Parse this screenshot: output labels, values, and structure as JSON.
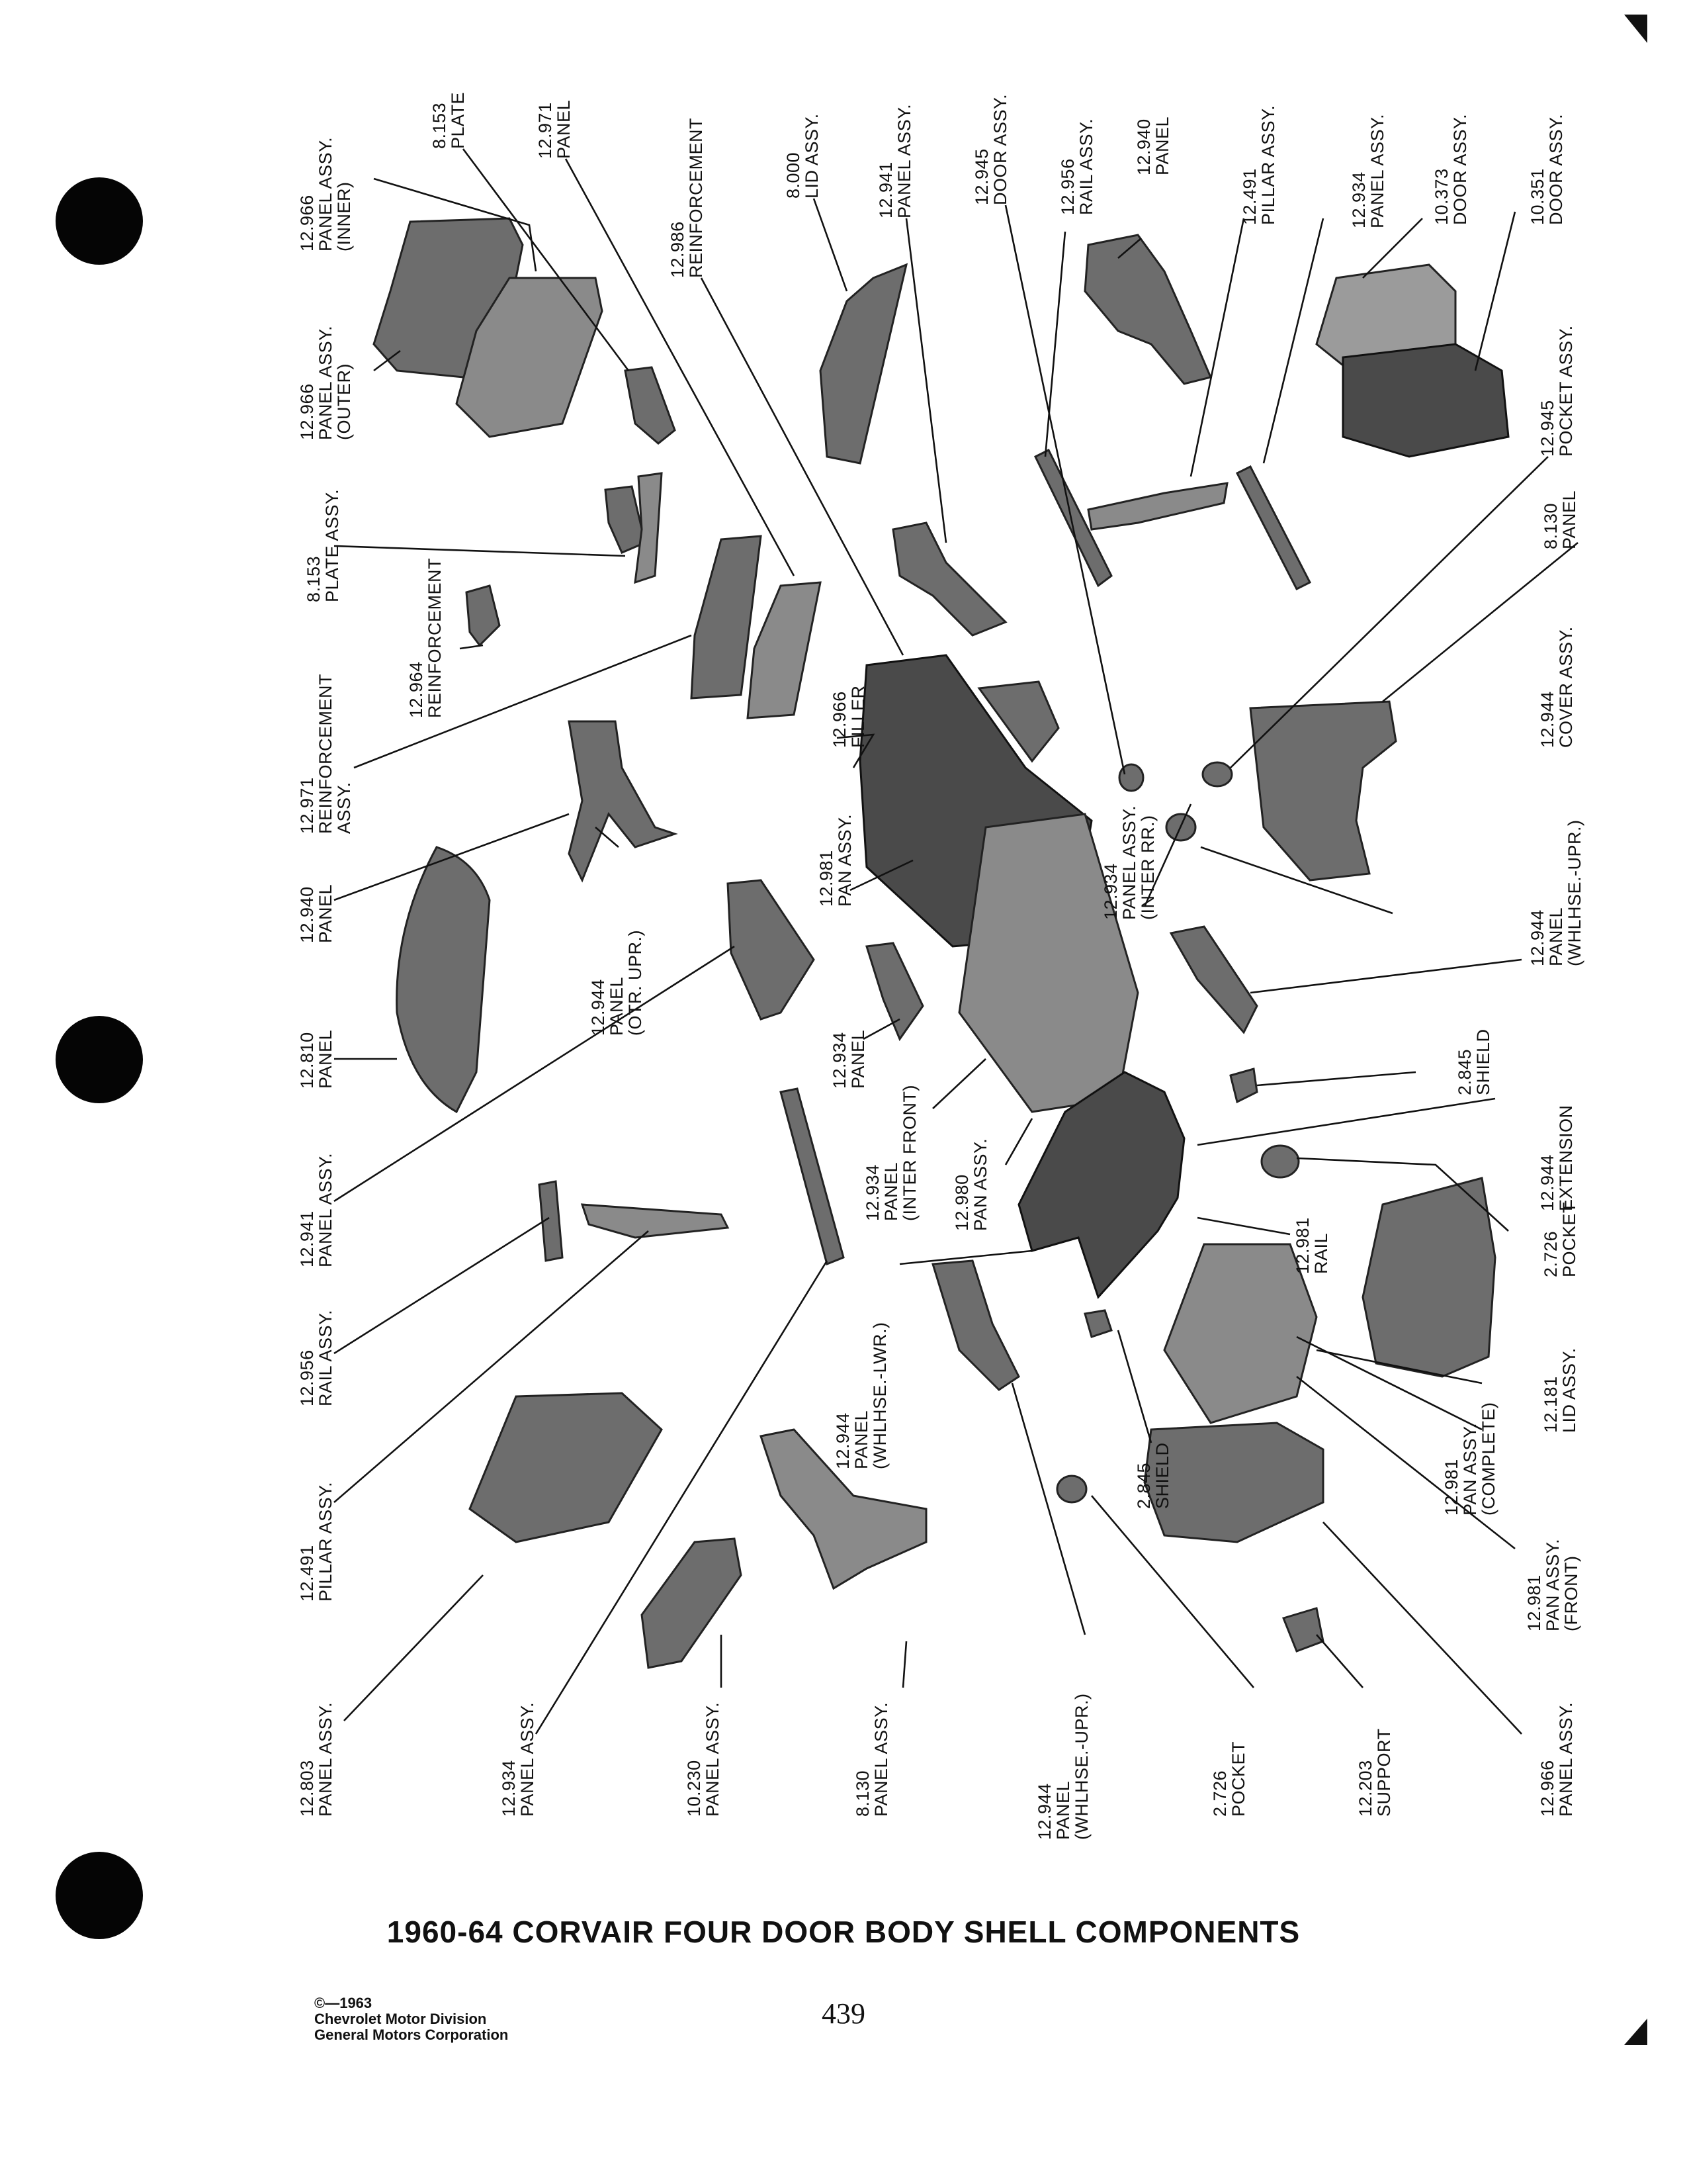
{
  "page": {
    "title": "1960-64 CORVAIR FOUR DOOR BODY SHELL COMPONENTS",
    "page_number": "439",
    "copyright": "©—1963\nChevrolet Motor Division\nGeneral Motors Corporation"
  },
  "labels": {
    "l12966_inner": "12.966\nPANEL ASSY.\n(INNER)",
    "l8153_plate": "8.153\nPLATE",
    "l12971_panel": "12.971\nPANEL",
    "l12986_reinf": "12.986\nREINFORCEMENT",
    "l8000_lid": "8.000\nLID ASSY.",
    "l12941_top": "12.941\nPANEL ASSY.",
    "l12945_door": "12.945\nDOOR ASSY.",
    "l12956_top": "12.956\nRAIL ASSY.",
    "l12940_top": "12.940\nPANEL",
    "l12491_top": "12.491\nPILLAR ASSY.",
    "l12934_top": "12.934\nPANEL ASSY.",
    "l10373_door": "10.373\nDOOR ASSY.",
    "l10351_door": "10.351\nDOOR ASSY.",
    "l12966_outer": "12.966\nPANEL ASSY.\n(OUTER)",
    "l8153_plate_assy": "8.153\nPLATE ASSY.",
    "l12964_reinf": "12.964\nREINFORCEMENT",
    "l12971_reinf": "12.971\nREINFORCEMENT\nASSY.",
    "l12966_filler": "12.966\nFILLER",
    "l12945_pocket": "12.945\nPOCKET ASSY.",
    "l8130_panel": "8.130\nPANEL",
    "l12944_cover": "12.944\nCOVER ASSY.",
    "l12940_left": "12.940\nPANEL",
    "l12944_otr": "12.944\nPANEL\n(OTR. UPR.)",
    "l12981_pan": "12.981\nPAN ASSY.",
    "l12934_interrr": "12.934\nPANEL ASSY.\n(INTER RR.)",
    "l12944_whl_upr_right": "12.944\nPANEL\n(WHLHSE.-UPR.)",
    "l12810_panel": "12.810\nPANEL",
    "l12934_panel_mid": "12.934\nPANEL",
    "l12934_inter_front": "12.934\nPANEL\n(INTER FRONT)",
    "l12980_pan": "12.980\nPAN ASSY.",
    "l2845_shield_r": "2.845\nSHIELD",
    "l12944_ext": "12.944\nEXTENSION",
    "l12941_left": "12.941\nPANEL ASSY.",
    "l12981_rail": "12.981\nRAIL",
    "l2726_pocket_r": "2.726\nPOCKET",
    "l12956_left": "12.956\nRAIL ASSY.",
    "l12944_whl_lwr": "12.944\nPANEL\n(WHLHSE.-LWR.)",
    "l2845_shield_mid": "2.845\nSHIELD",
    "l12981_complete": "12.981\nPAN ASSY.\n(COMPLETE)",
    "l12181_lid": "12.181\nLID ASSY.",
    "l12491_left": "12.491\nPILLAR ASSY.",
    "l12981_front": "12.981\nPAN ASSY.\n(FRONT)",
    "l12803": "12.803\nPANEL ASSY.",
    "l12934_bottom": "12.934\nPANEL ASSY.",
    "l10230": "10.230\nPANEL ASSY.",
    "l8130_bottom": "8.130\nPANEL ASSY.",
    "l12944_whl_upr_bottom": "12.944\nPANEL\n(WHLHSE.-UPR.)",
    "l2726_pocket_bottom": "2.726\nPOCKET",
    "l12203": "12.203\nSUPPORT",
    "l12966_bottom": "12.966\nPANEL ASSY."
  },
  "colors": {
    "ink": "#111111",
    "part_fill": "#6d6d6d",
    "part_dark": "#4a4a4a"
  }
}
